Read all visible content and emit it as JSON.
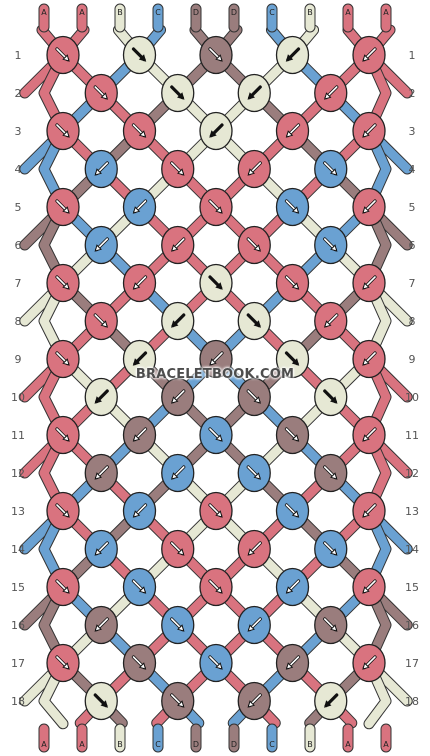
{
  "site": {
    "watermark": "BRACELETBOOK.COM"
  },
  "colors": {
    "A": "#d9737f",
    "B": "#e6e8d4",
    "C": "#6aa1d2",
    "D": "#9a7d7d"
  },
  "strings_top": [
    "A",
    "A",
    "B",
    "C",
    "D",
    "D",
    "C",
    "B",
    "A",
    "A"
  ],
  "strings_bottom": [
    "A",
    "A",
    "B",
    "C",
    "D",
    "D",
    "C",
    "B",
    "A",
    "A"
  ],
  "row_labels": [
    "1",
    "2",
    "3",
    "4",
    "5",
    "6",
    "7",
    "8",
    "9",
    "10",
    "11",
    "12",
    "13",
    "14",
    "15",
    "16",
    "17",
    "18"
  ],
  "rows": [
    [
      {
        "color": "A",
        "dir": "dr"
      },
      {
        "color": "B",
        "dir": "dr"
      },
      {
        "color": "D",
        "dir": "dr"
      },
      {
        "color": "B",
        "dir": "dl"
      },
      {
        "color": "A",
        "dir": "dl"
      }
    ],
    [
      {
        "color": "A",
        "dir": "dr"
      },
      {
        "color": "B",
        "dir": "dr"
      },
      {
        "color": "B",
        "dir": "dl"
      },
      {
        "color": "A",
        "dir": "dl"
      }
    ],
    [
      {
        "color": "A",
        "dir": "dr"
      },
      {
        "color": "A",
        "dir": "dr"
      },
      {
        "color": "B",
        "dir": "dl"
      },
      {
        "color": "A",
        "dir": "dl"
      },
      {
        "color": "A",
        "dir": "dl"
      }
    ],
    [
      {
        "color": "C",
        "dir": "dl"
      },
      {
        "color": "A",
        "dir": "dr"
      },
      {
        "color": "A",
        "dir": "dl"
      },
      {
        "color": "C",
        "dir": "dr"
      }
    ],
    [
      {
        "color": "A",
        "dir": "dr"
      },
      {
        "color": "C",
        "dir": "dl"
      },
      {
        "color": "A",
        "dir": "dr"
      },
      {
        "color": "C",
        "dir": "dr"
      },
      {
        "color": "A",
        "dir": "dl"
      }
    ],
    [
      {
        "color": "C",
        "dir": "dl"
      },
      {
        "color": "A",
        "dir": "dl"
      },
      {
        "color": "A",
        "dir": "dr"
      },
      {
        "color": "C",
        "dir": "dr"
      }
    ],
    [
      {
        "color": "A",
        "dir": "dr"
      },
      {
        "color": "A",
        "dir": "dl"
      },
      {
        "color": "B",
        "dir": "dr"
      },
      {
        "color": "A",
        "dir": "dr"
      },
      {
        "color": "A",
        "dir": "dl"
      }
    ],
    [
      {
        "color": "A",
        "dir": "dr"
      },
      {
        "color": "B",
        "dir": "dl"
      },
      {
        "color": "B",
        "dir": "dr"
      },
      {
        "color": "A",
        "dir": "dl"
      }
    ],
    [
      {
        "color": "A",
        "dir": "dr"
      },
      {
        "color": "B",
        "dir": "dl"
      },
      {
        "color": "D",
        "dir": "dl"
      },
      {
        "color": "B",
        "dir": "dr"
      },
      {
        "color": "A",
        "dir": "dl"
      }
    ],
    [
      {
        "color": "B",
        "dir": "dl"
      },
      {
        "color": "D",
        "dir": "dl"
      },
      {
        "color": "D",
        "dir": "dr"
      },
      {
        "color": "B",
        "dir": "dr"
      }
    ],
    [
      {
        "color": "A",
        "dir": "dr"
      },
      {
        "color": "D",
        "dir": "dl"
      },
      {
        "color": "C",
        "dir": "dr"
      },
      {
        "color": "D",
        "dir": "dr"
      },
      {
        "color": "A",
        "dir": "dl"
      }
    ],
    [
      {
        "color": "D",
        "dir": "dl"
      },
      {
        "color": "C",
        "dir": "dl"
      },
      {
        "color": "C",
        "dir": "dr"
      },
      {
        "color": "D",
        "dir": "dr"
      }
    ],
    [
      {
        "color": "A",
        "dir": "dr"
      },
      {
        "color": "C",
        "dir": "dl"
      },
      {
        "color": "A",
        "dir": "dr"
      },
      {
        "color": "C",
        "dir": "dr"
      },
      {
        "color": "A",
        "dir": "dl"
      }
    ],
    [
      {
        "color": "C",
        "dir": "dl"
      },
      {
        "color": "A",
        "dir": "dr"
      },
      {
        "color": "A",
        "dir": "dl"
      },
      {
        "color": "C",
        "dir": "dr"
      }
    ],
    [
      {
        "color": "A",
        "dir": "dr"
      },
      {
        "color": "C",
        "dir": "dr"
      },
      {
        "color": "A",
        "dir": "dr"
      },
      {
        "color": "C",
        "dir": "dl"
      },
      {
        "color": "A",
        "dir": "dl"
      }
    ],
    [
      {
        "color": "D",
        "dir": "dl"
      },
      {
        "color": "C",
        "dir": "dr"
      },
      {
        "color": "C",
        "dir": "dl"
      },
      {
        "color": "D",
        "dir": "dr"
      }
    ],
    [
      {
        "color": "A",
        "dir": "dr"
      },
      {
        "color": "D",
        "dir": "dr"
      },
      {
        "color": "C",
        "dir": "dr"
      },
      {
        "color": "D",
        "dir": "dl"
      },
      {
        "color": "A",
        "dir": "dl"
      }
    ],
    [
      {
        "color": "B",
        "dir": "dr"
      },
      {
        "color": "D",
        "dir": "dr"
      },
      {
        "color": "D",
        "dir": "dl"
      },
      {
        "color": "B",
        "dir": "dl"
      }
    ]
  ]
}
